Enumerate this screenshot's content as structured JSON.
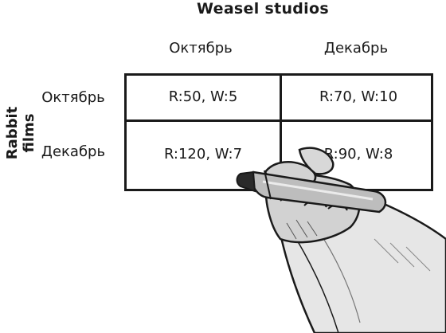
{
  "column_player": "Weasel studios",
  "row_player": "Rabbit films",
  "columns": [
    "Октябрь",
    "Декабрь"
  ],
  "rows": [
    "Октябрь",
    "Декабрь"
  ],
  "cells": [
    [
      "R:50, W:5",
      "R:70, W:10"
    ],
    [
      "R:120, W:7",
      "R:90, W:8"
    ]
  ]
}
